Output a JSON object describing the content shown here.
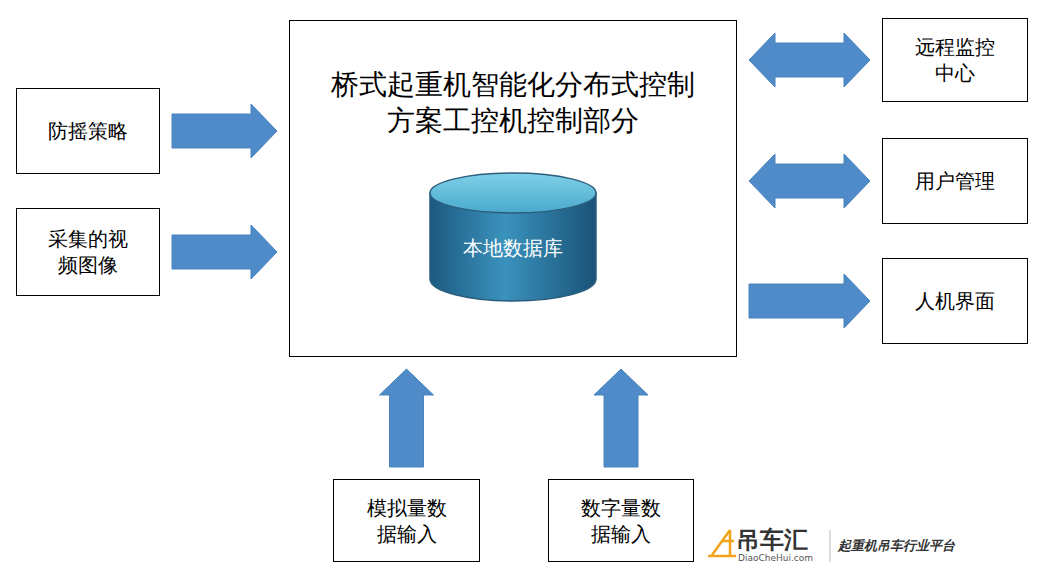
{
  "diagram": {
    "nodes": [
      {
        "text": [
          "桥式起重机智能化分布式控制 方案工控机控制部分"
        ]
      },
      {
        "text": [
          "本地数据库"
        ],
        "in": 0
      },
      {
        "text": [
          "防摇策略"
        ]
      },
      {
        "text": [
          "采集的视 频图像"
        ]
      },
      {
        "text": [
          "远程监控 中心"
        ]
      },
      {
        "text": [
          "用户管理"
        ]
      },
      {
        "text": [
          "人机界面"
        ]
      },
      {
        "text": [
          "模拟量数 据输入"
        ]
      },
      {
        "text": [
          "数字量数 据输入"
        ]
      }
    ],
    "edges": [
      {
        "from": 2,
        "to": 0,
        "arrow": "to"
      },
      {
        "from": 3,
        "to": 0,
        "arrow": "to"
      },
      {
        "from": 0,
        "to": 4,
        "arrow": "both"
      },
      {
        "from": 0,
        "to": 5,
        "arrow": "both"
      },
      {
        "from": 0,
        "to": 6,
        "arrow": "to"
      },
      {
        "from": 7,
        "to": 0,
        "arrow": "to"
      },
      {
        "from": 8,
        "to": 0,
        "arrow": "to"
      }
    ],
    "labels": [
      "吊车汇",
      "DiaoCheHui.com",
      "起重机吊车行业平台"
    ]
  }
}
